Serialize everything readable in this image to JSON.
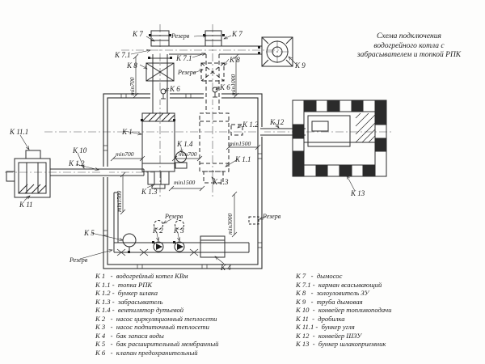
{
  "title": {
    "line1": "Схема подключения",
    "line2": "водогрейного котла с",
    "line3": "забрасывателем и топкой РПК"
  },
  "labels": {
    "k1": "К 1",
    "k1_1": "К 1.1",
    "k1_2": "К 1.2",
    "k1_3": "К 1.3",
    "k1_4": "К 1.4",
    "k2": "К 2",
    "k3": "К 3",
    "k4": "К 4",
    "k5": "К 5",
    "k6": "К 6",
    "k7": "К 7",
    "k7_1": "К 7.1",
    "k8": "К 8",
    "k9": "К 9",
    "k10": "К 10",
    "k11": "К 11",
    "k11_1": "К 11.1",
    "k12": "К 12",
    "k13": "К 13",
    "reserve": "Резерв",
    "min700": "min700",
    "min1000": "min1000",
    "min1500": "min1500",
    "min3000": "min3000"
  },
  "legend": {
    "left": [
      "К 1   -  водогрейный котел КВм",
      "К 1.1 -  топка РПК",
      "К 1.2 -  бункер шлака",
      "К 1.3 -  забрасыватель",
      "К 1.4 -  вентилятор дутьевой",
      "К 2   -  насос циркуляционный теплосети",
      "К 3   -  насос подпиточный теплосети",
      "К 4   -  бак запаса воды",
      "К 5   -  бак расширительный мембранный",
      "К 6   -  клапан предохранительный"
    ],
    "right": [
      "К 7   -  дымосос",
      "К 7.1 -  карман всасывающий",
      "К 8   -  золоуловитель ЗУ",
      "К 9   -  труба дымовая",
      "К 10  -  конвейер топливоподачи",
      "К 11  -  дробилка",
      "К 11.1 -  бункер угля",
      "К 12  -  конвейер ШЗУ",
      "К 13  -  бункер шлакоприемник"
    ]
  },
  "colors": {
    "line": "#2b2b2b",
    "background": "#fdfdfc"
  }
}
